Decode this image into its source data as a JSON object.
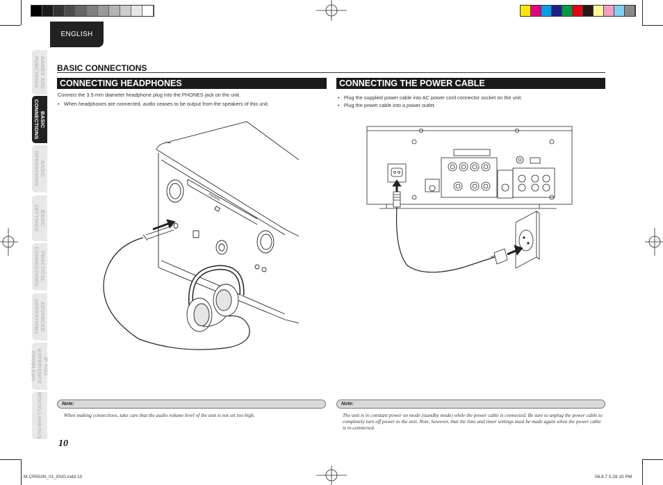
{
  "language_tab": "ENGLISH",
  "side_tabs": [
    {
      "label": "NAMES AND\nFUNCTIONS",
      "active": false
    },
    {
      "label": "BASIC\nCONNECTIONS",
      "active": true
    },
    {
      "label": "BASIC\nOPERATIONS",
      "active": false
    },
    {
      "label": "BASIC\nSETTINGS",
      "active": false
    },
    {
      "label": "PRACTICAL\nCONNECTIONS",
      "active": false
    },
    {
      "label": "ADVANCED\nOPERATIONS",
      "active": false
    },
    {
      "label": "IF YOU EXPERIENCE\nPROBLEMS",
      "active": false
    },
    {
      "label": "MISCELLANEOUS",
      "active": false
    }
  ],
  "section_title": "BASIC CONNECTIONS",
  "headphones": {
    "title": "CONNECTING HEADPHONES",
    "intro": "Connect the 3.5-mm diameter headphone plug into the PHONES jack on the unit.",
    "bullets": [
      "When headphones are connected, audio ceases to be output from the speakers of this unit."
    ],
    "note_label": "Note:",
    "note_text": "When making connections, take care that the audio volume level of the unit is not set too high."
  },
  "power": {
    "title": "CONNECTING THE POWER CABLE",
    "bullets": [
      "Plug the supplied power cable into AC power cord connector socket on the unit.",
      "Plug the power cable into a power outlet."
    ],
    "note_label": "Note:",
    "note_text": "The unit is in constant power on mode (standby mode) while the power cable is connected. Be sure to unplug the power cable to completely turn off power to the unit. Note, however, that the time and timer settings must be made again when the power cable is re-connected."
  },
  "page_number": "10",
  "footer_left": "M-CR502N_01_ENG.indd   10",
  "footer_right": "08.8.7   5:28:15 PM",
  "illustration_labels": {
    "brand": "marantz"
  },
  "colors": {
    "gray_steps": [
      "#000000",
      "#1a1a1a",
      "#333333",
      "#4d4d4d",
      "#666666",
      "#808080",
      "#999999",
      "#b3b3b3",
      "#cccccc",
      "#e6e6e6",
      "#ffffff"
    ],
    "color_steps": [
      "#ffe600",
      "#e4007f",
      "#00a0e9",
      "#1d2088",
      "#009944",
      "#e60012",
      "#231815",
      "#fff799",
      "#f19ec2",
      "#7fcef4",
      "#898989"
    ]
  }
}
